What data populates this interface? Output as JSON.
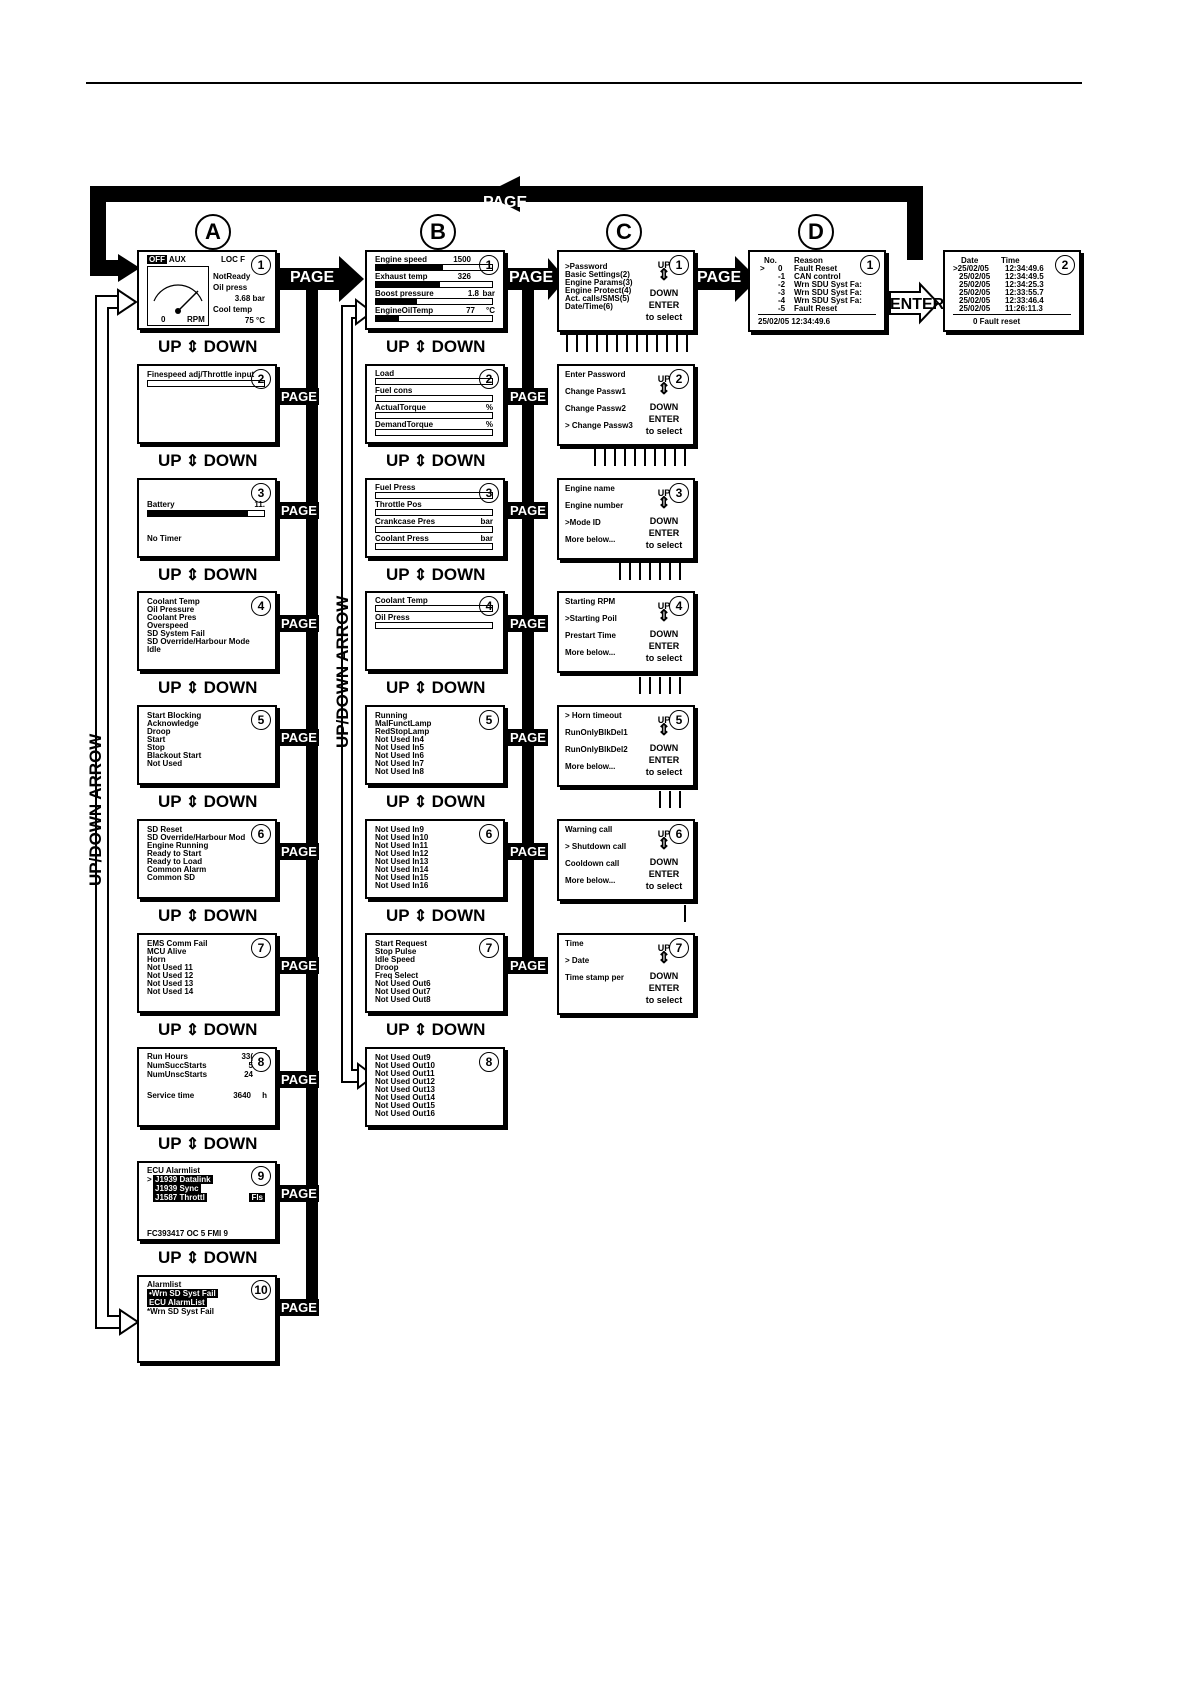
{
  "columns": [
    "A",
    "B",
    "C",
    "D"
  ],
  "labels": {
    "page": "PAGE",
    "up": "UP",
    "down": "DOWN",
    "updown": "UP/DOWN ARROW",
    "enter": "ENTER",
    "down_enter_select": [
      "DOWN",
      "ENTER",
      "to select"
    ]
  },
  "colA": [
    {
      "n": "1",
      "lines": [
        "OFF AUX",
        "LOC  F",
        "NotReady",
        "Oil  press",
        "3.68 bar",
        "Cool temp",
        "75 °C",
        "0",
        "RPM"
      ]
    },
    {
      "n": "2",
      "lines": [
        "Finespeed adj/Throttle input"
      ]
    },
    {
      "n": "3",
      "lines": [
        "Battery",
        "11.",
        "No Timer"
      ]
    },
    {
      "n": "4",
      "lines": [
        "Coolant Temp",
        "Oil Pressure",
        "Coolant Pres",
        "Overspeed",
        "SD System Fail",
        "SD Override/Harbour Mode",
        "Idle"
      ]
    },
    {
      "n": "5",
      "lines": [
        "Start Blocking",
        "Acknowledge",
        "Droop",
        "Start",
        "Stop",
        "Blackout Start",
        "Not Used"
      ]
    },
    {
      "n": "6",
      "lines": [
        "SD Reset",
        "SD Override/Harbour Mod",
        "Engine Running",
        "Ready to Start",
        "Ready to Load",
        "Common Alarm",
        "Common SD"
      ]
    },
    {
      "n": "7",
      "lines": [
        "EMS Comm Fail",
        "MCU Alive",
        "Horn",
        "Not Used 11",
        "Not Used 12",
        "Not Used 13",
        "Not Used 14"
      ]
    },
    {
      "n": "8",
      "lines": [
        "Run Hours",
        "NumSuccStarts",
        "NumUnscStarts",
        "Service time",
        "33(",
        "5",
        "24",
        "3640",
        "h"
      ]
    },
    {
      "n": "9",
      "lines": [
        "ECU  Alarmlist",
        ">",
        "J1939 Datalink",
        "J1939 Sync",
        "J1587 Throttl",
        "Fls",
        "FC393417   OC   5   FMI    9"
      ]
    },
    {
      "n": "10",
      "lines": [
        "Alarmlist",
        "•Wrn SD Syst Fail",
        "ECU AlarmList",
        "*Wrn SD Syst Fail"
      ]
    }
  ],
  "colB": [
    {
      "n": "1",
      "lines": [
        "Engine  speed",
        "1500",
        "Exhaust temp",
        "326",
        "Boost pressure",
        "1.8",
        "bar",
        "EngineOilTemp",
        "77",
        "°C"
      ]
    },
    {
      "n": "2",
      "lines": [
        "Load",
        "Fuel cons",
        "ActualTorque",
        "%",
        "DemandTorque",
        "%"
      ]
    },
    {
      "n": "3",
      "lines": [
        "Fuel Press",
        "Throttle Pos",
        "Crankcase Pres",
        "bar",
        "Coolant Press",
        "bar"
      ]
    },
    {
      "n": "4",
      "lines": [
        "Coolant Temp",
        "Oil Press"
      ]
    },
    {
      "n": "5",
      "lines": [
        "Running",
        "MalFunctLamp",
        "RedStopLamp",
        "Not Used In4",
        "Not Used In5",
        "Not Used In6",
        "Not Used In7",
        "Not Used In8"
      ]
    },
    {
      "n": "6",
      "lines": [
        "Not Used In9",
        "Not Used In10",
        "Not Used In11",
        "Not Used In12",
        "Not Used In13",
        "Not Used In14",
        "Not Used In15",
        "Not Used In16"
      ]
    },
    {
      "n": "7",
      "lines": [
        "Start Request",
        "Stop Pulse",
        "Idle Speed",
        "Droop",
        "Freq Select",
        "Not Used Out6",
        "Not Used Out7",
        "Not Used Out8"
      ]
    },
    {
      "n": "8",
      "lines": [
        "Not Used Out9",
        "Not Used Out10",
        "Not Used Out11",
        "Not Used Out12",
        "Not Used Out13",
        "Not Used Out14",
        "Not Used Out15",
        "Not Used Out16"
      ]
    }
  ],
  "colC": [
    {
      "n": "1",
      "lines": [
        ">Password",
        "Basic Settings(2)",
        "Engine Params(3)",
        "Engine Protect(4)",
        "Act. calls/SMS(5)",
        "Date/Time(6)"
      ]
    },
    {
      "n": "2",
      "lines": [
        "Enter Password",
        "Change Passw1",
        "Change Passw2",
        "> Change Passw3"
      ]
    },
    {
      "n": "3",
      "lines": [
        "Engine name",
        "Engine number",
        ">Mode ID",
        "More below..."
      ]
    },
    {
      "n": "4",
      "lines": [
        "Starting RPM",
        ">Starting Poil",
        "Prestart Time",
        "More below..."
      ]
    },
    {
      "n": "5",
      "lines": [
        "> Horn timeout",
        "RunOnlyBlkDel1",
        "RunOnlyBlkDel2",
        "More below..."
      ]
    },
    {
      "n": "6",
      "lines": [
        "Warning call",
        "> Shutdown call",
        "Cooldown call",
        "More below..."
      ]
    },
    {
      "n": "7",
      "lines": [
        "Time",
        "> Date",
        "Time stamp per"
      ]
    }
  ],
  "colD": [
    {
      "n": "1",
      "header": [
        "No.",
        "Reason"
      ],
      "rows": [
        [
          ">",
          "0",
          "Fault Reset"
        ],
        [
          "",
          "-1",
          "CAN control"
        ],
        [
          "",
          "-2",
          "Wrn SDU Syst Fa:"
        ],
        [
          "",
          "-3",
          "Wrn SDU Syst Fa:"
        ],
        [
          "",
          "-4",
          "Wrn SDU Syst Fa:"
        ],
        [
          "",
          "-5",
          "Fault Reset"
        ]
      ],
      "footer": "25/02/05  12:34:49.6"
    },
    {
      "n": "2",
      "header": [
        "Date",
        "Time"
      ],
      "rows": [
        [
          ">25/02/05",
          "12:34:49.6"
        ],
        [
          "25/02/05",
          "12:34:49.5"
        ],
        [
          "25/02/05",
          "12:34:25.3"
        ],
        [
          "25/02/05",
          "12:33:55.7"
        ],
        [
          "25/02/05",
          "12:33:46.4"
        ],
        [
          "25/02/05",
          "11:26:11.3"
        ]
      ],
      "footer": "0 Fault reset"
    }
  ]
}
